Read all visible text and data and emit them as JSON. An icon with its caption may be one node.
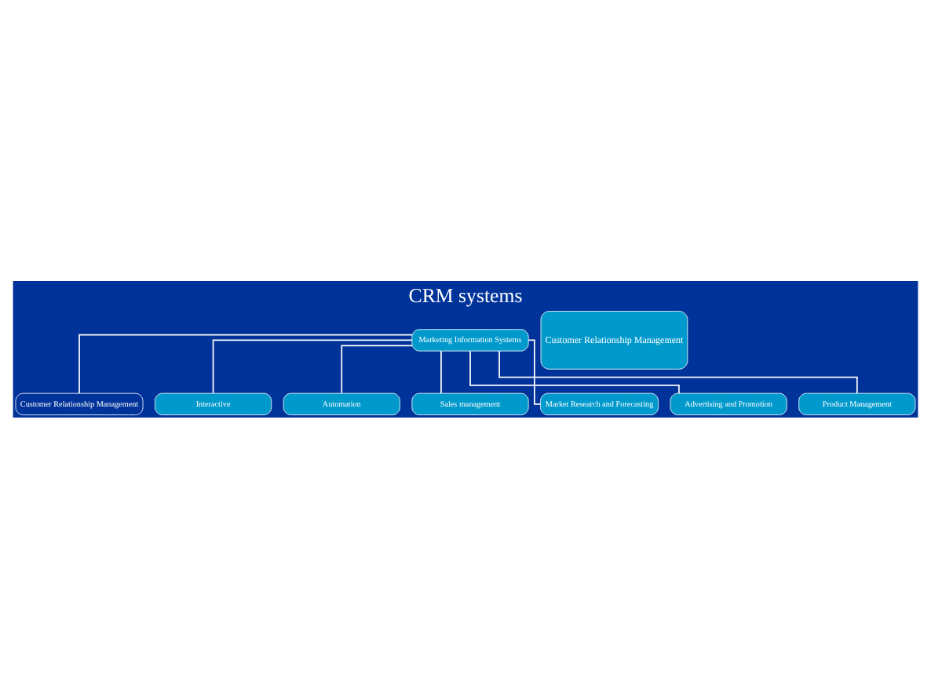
{
  "diagram": {
    "title": "CRM systems",
    "nodes": [
      {
        "text": [
          "Marketing Information Systems"
        ]
      },
      {
        "text": [
          "Customer Relationship Management"
        ]
      },
      {
        "text": [
          "Customer Relationship Management"
        ]
      },
      {
        "text": [
          "Interactive"
        ]
      },
      {
        "text": [
          "Automation"
        ]
      },
      {
        "text": [
          "Sales management"
        ]
      },
      {
        "text": [
          "Market Research and Forecasting"
        ]
      },
      {
        "text": [
          "Advertising and Promotion"
        ]
      },
      {
        "text": [
          "Product Management"
        ]
      }
    ],
    "edges": [
      {
        "from": 0,
        "to": 1,
        "arrow": "none"
      },
      {
        "from": 0,
        "to": 3,
        "arrow": "none"
      },
      {
        "from": 0,
        "to": 4,
        "arrow": "none"
      },
      {
        "from": 0,
        "to": 5,
        "arrow": "none"
      },
      {
        "from": 0,
        "to": 6,
        "arrow": "none"
      },
      {
        "from": 0,
        "to": 7,
        "arrow": "none"
      },
      {
        "from": 0,
        "to": 8,
        "arrow": "none"
      }
    ]
  }
}
